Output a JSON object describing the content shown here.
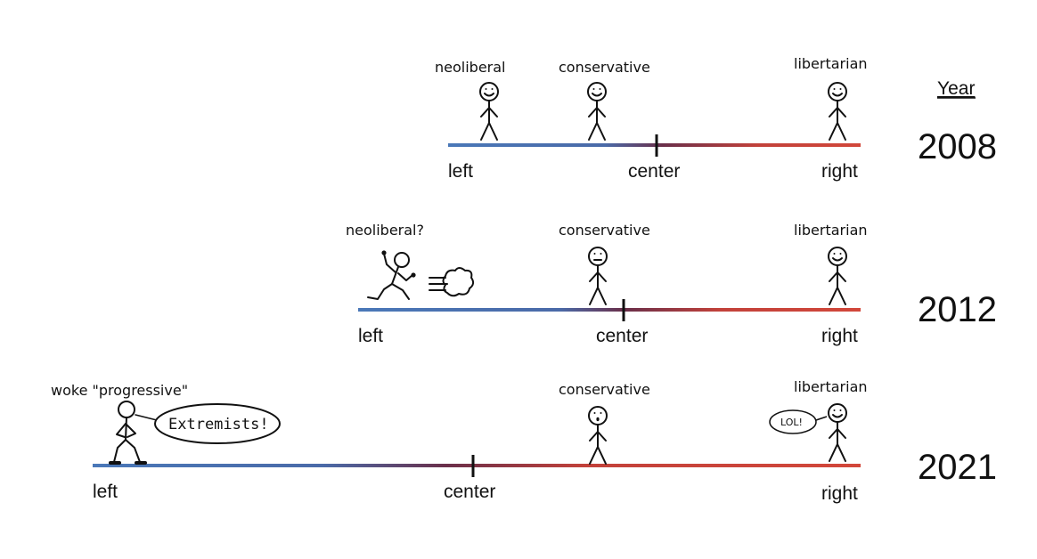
{
  "year_header": "Year",
  "rows": [
    {
      "year": "2008",
      "left_label": "left",
      "center_label": "center",
      "right_label": "right",
      "figures": [
        {
          "label": "neoliberal",
          "face": "smile"
        },
        {
          "label": "conservative",
          "face": "smile"
        },
        {
          "label": "libertarian",
          "face": "smile"
        }
      ]
    },
    {
      "year": "2012",
      "left_label": "left",
      "center_label": "center",
      "right_label": "right",
      "figures": [
        {
          "label": "neoliberal?",
          "face": "running"
        },
        {
          "label": "conservative",
          "face": "neutral"
        },
        {
          "label": "libertarian",
          "face": "smile"
        }
      ]
    },
    {
      "year": "2021",
      "left_label": "left",
      "center_label": "center",
      "right_label": "right",
      "figures": [
        {
          "label": "woke \"progressive\"",
          "face": "none",
          "speech": "Extremists!"
        },
        {
          "label": "conservative",
          "face": "surprised"
        },
        {
          "label": "libertarian",
          "face": "smile",
          "speech": "LOL!"
        }
      ]
    }
  ],
  "colors": {
    "left": "#4a78b8",
    "mid": "#6a2f4a",
    "right": "#d2473a"
  }
}
